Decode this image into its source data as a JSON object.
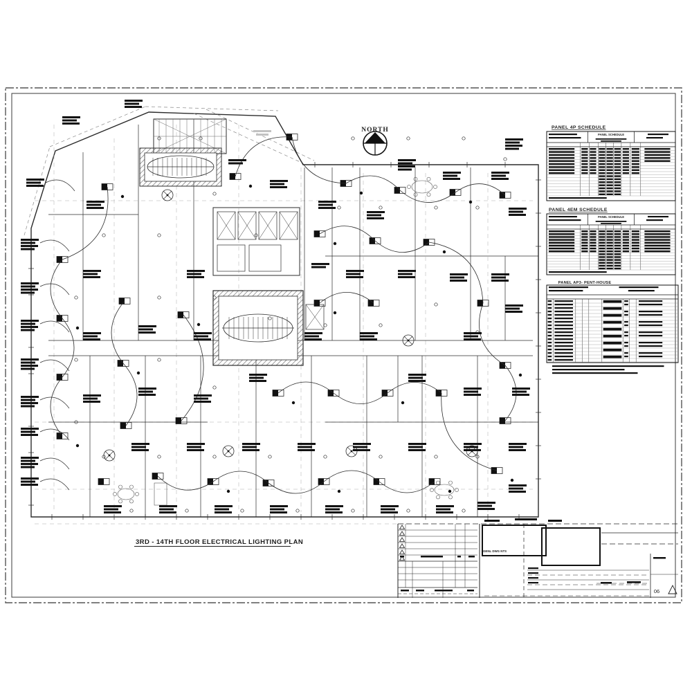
{
  "drawing": {
    "north_label": "NORTH",
    "plan_title": "3RD - 14TH FLOOR ELECTRICAL LIGHTING PLAN",
    "sheet_number": "06",
    "titleblock_caption": "GENL DWG NTS"
  },
  "schedules": [
    {
      "title": "PANEL 4P SCHEDULE",
      "subtitle": "PANEL SCHEDULE"
    },
    {
      "title": "PANEL 4EM SCHEDULE",
      "subtitle": "PANEL SCHEDULE"
    },
    {
      "title": "PANEL AP3- PENT-HOUSE",
      "subtitle": ""
    }
  ]
}
